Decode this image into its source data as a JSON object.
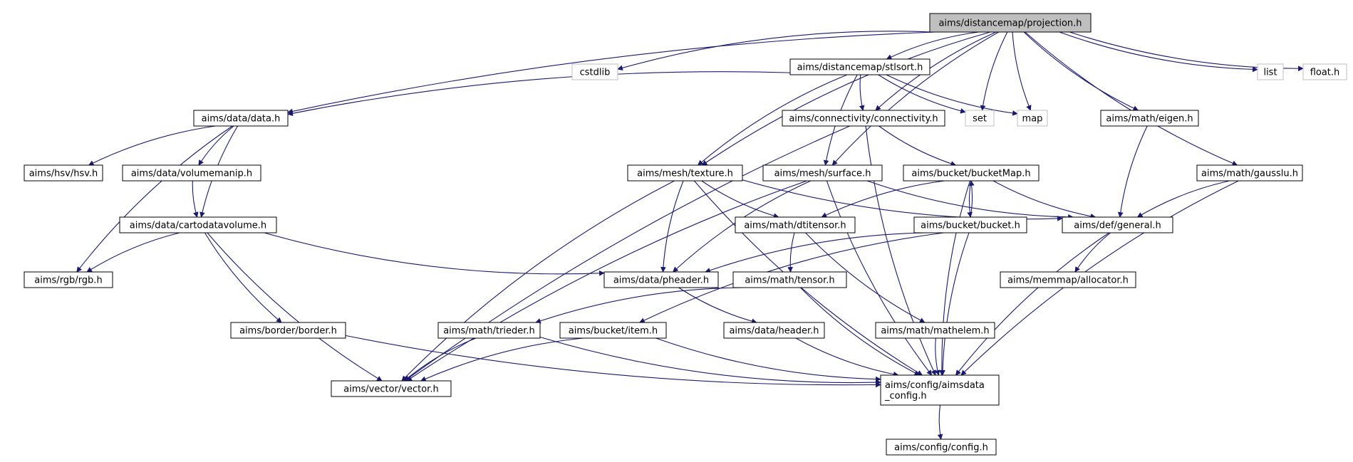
{
  "title": "aims/distancemap/projection.h",
  "colors": {
    "edge": "#191970",
    "node_border": "#000000",
    "external_border": "#bfbfbf",
    "root_fill": "#bfbfbf",
    "node_fill": "#ffffff"
  },
  "nodes": [
    {
      "id": "projection",
      "lines": [
        "aims/distancemap/projection.h"
      ],
      "kind": "root"
    },
    {
      "id": "cstdlib",
      "lines": [
        "cstdlib"
      ],
      "kind": "external"
    },
    {
      "id": "stlsort",
      "lines": [
        "aims/distancemap/stlsort.h"
      ],
      "kind": "header"
    },
    {
      "id": "list",
      "lines": [
        "list"
      ],
      "kind": "external"
    },
    {
      "id": "floath",
      "lines": [
        "float.h"
      ],
      "kind": "external"
    },
    {
      "id": "data",
      "lines": [
        "aims/data/data.h"
      ],
      "kind": "header"
    },
    {
      "id": "connectivity",
      "lines": [
        "aims/connectivity/connectivity.h"
      ],
      "kind": "header"
    },
    {
      "id": "set",
      "lines": [
        "set"
      ],
      "kind": "external"
    },
    {
      "id": "map",
      "lines": [
        "map"
      ],
      "kind": "external"
    },
    {
      "id": "eigen",
      "lines": [
        "aims/math/eigen.h"
      ],
      "kind": "header"
    },
    {
      "id": "hsv",
      "lines": [
        "aims/hsv/hsv.h"
      ],
      "kind": "header"
    },
    {
      "id": "volumemanip",
      "lines": [
        "aims/data/volumemanip.h"
      ],
      "kind": "header"
    },
    {
      "id": "texture",
      "lines": [
        "aims/mesh/texture.h"
      ],
      "kind": "header"
    },
    {
      "id": "surface",
      "lines": [
        "aims/mesh/surface.h"
      ],
      "kind": "header"
    },
    {
      "id": "bucketmap",
      "lines": [
        "aims/bucket/bucketMap.h"
      ],
      "kind": "header"
    },
    {
      "id": "gausslu",
      "lines": [
        "aims/math/gausslu.h"
      ],
      "kind": "header"
    },
    {
      "id": "cartodatavolume",
      "lines": [
        "aims/data/cartodatavolume.h"
      ],
      "kind": "header"
    },
    {
      "id": "dtitensor",
      "lines": [
        "aims/math/dtitensor.h"
      ],
      "kind": "header"
    },
    {
      "id": "bucket",
      "lines": [
        "aims/bucket/bucket.h"
      ],
      "kind": "header"
    },
    {
      "id": "general",
      "lines": [
        "aims/def/general.h"
      ],
      "kind": "header"
    },
    {
      "id": "rgb",
      "lines": [
        "aims/rgb/rgb.h"
      ],
      "kind": "header"
    },
    {
      "id": "pheader",
      "lines": [
        "aims/data/pheader.h"
      ],
      "kind": "header"
    },
    {
      "id": "tensor",
      "lines": [
        "aims/math/tensor.h"
      ],
      "kind": "header"
    },
    {
      "id": "allocator",
      "lines": [
        "aims/memmap/allocator.h"
      ],
      "kind": "header"
    },
    {
      "id": "border",
      "lines": [
        "aims/border/border.h"
      ],
      "kind": "header"
    },
    {
      "id": "trieder",
      "lines": [
        "aims/math/trieder.h"
      ],
      "kind": "header"
    },
    {
      "id": "item",
      "lines": [
        "aims/bucket/item.h"
      ],
      "kind": "header"
    },
    {
      "id": "header",
      "lines": [
        "aims/data/header.h"
      ],
      "kind": "header"
    },
    {
      "id": "mathelem",
      "lines": [
        "aims/math/mathelem.h"
      ],
      "kind": "header"
    },
    {
      "id": "vector",
      "lines": [
        "aims/vector/vector.h"
      ],
      "kind": "header"
    },
    {
      "id": "aimsdata_config",
      "lines": [
        "aims/config/aimsdata",
        "_config.h"
      ],
      "kind": "header"
    },
    {
      "id": "config",
      "lines": [
        "aims/config/config.h"
      ],
      "kind": "header"
    }
  ],
  "edges": [
    {
      "from": "projection",
      "to": "cstdlib"
    },
    {
      "from": "projection",
      "to": "stlsort"
    },
    {
      "from": "projection",
      "to": "list"
    },
    {
      "from": "projection",
      "to": "floath"
    },
    {
      "from": "projection",
      "to": "data"
    },
    {
      "from": "projection",
      "to": "connectivity"
    },
    {
      "from": "projection",
      "to": "set"
    },
    {
      "from": "projection",
      "to": "map"
    },
    {
      "from": "projection",
      "to": "eigen"
    },
    {
      "from": "projection",
      "to": "texture"
    },
    {
      "from": "projection",
      "to": "surface"
    },
    {
      "from": "projection",
      "to": "gausslu"
    },
    {
      "from": "stlsort",
      "to": "data"
    },
    {
      "from": "stlsort",
      "to": "connectivity"
    },
    {
      "from": "stlsort",
      "to": "set"
    },
    {
      "from": "stlsort",
      "to": "map"
    },
    {
      "from": "stlsort",
      "to": "texture"
    },
    {
      "from": "stlsort",
      "to": "surface"
    },
    {
      "from": "data",
      "to": "hsv"
    },
    {
      "from": "data",
      "to": "volumemanip"
    },
    {
      "from": "data",
      "to": "cartodatavolume"
    },
    {
      "from": "data",
      "to": "rgb"
    },
    {
      "from": "volumemanip",
      "to": "cartodatavolume"
    },
    {
      "from": "cartodatavolume",
      "to": "rgb"
    },
    {
      "from": "cartodatavolume",
      "to": "pheader"
    },
    {
      "from": "cartodatavolume",
      "to": "border"
    },
    {
      "from": "cartodatavolume",
      "to": "vector"
    },
    {
      "from": "connectivity",
      "to": "bucketmap"
    },
    {
      "from": "connectivity",
      "to": "vector"
    },
    {
      "from": "connectivity",
      "to": "aimsdata_config"
    },
    {
      "from": "eigen",
      "to": "general"
    },
    {
      "from": "gausslu",
      "to": "general"
    },
    {
      "from": "gausslu",
      "to": "aimsdata_config"
    },
    {
      "from": "texture",
      "to": "dtitensor"
    },
    {
      "from": "texture",
      "to": "general"
    },
    {
      "from": "texture",
      "to": "pheader"
    },
    {
      "from": "texture",
      "to": "vector"
    },
    {
      "from": "texture",
      "to": "aimsdata_config"
    },
    {
      "from": "surface",
      "to": "general"
    },
    {
      "from": "surface",
      "to": "pheader"
    },
    {
      "from": "surface",
      "to": "vector"
    },
    {
      "from": "surface",
      "to": "aimsdata_config"
    },
    {
      "from": "bucketmap",
      "to": "bucket"
    },
    {
      "from": "bucketmap",
      "to": "dtitensor"
    },
    {
      "from": "bucketmap",
      "to": "general"
    },
    {
      "from": "bucketmap",
      "to": "aimsdata_config"
    },
    {
      "from": "bucket",
      "to": "bucketmap"
    },
    {
      "from": "bucket",
      "to": "pheader"
    },
    {
      "from": "bucket",
      "to": "item"
    },
    {
      "from": "bucket",
      "to": "aimsdata_config"
    },
    {
      "from": "dtitensor",
      "to": "tensor"
    },
    {
      "from": "dtitensor",
      "to": "mathelem"
    },
    {
      "from": "general",
      "to": "allocator"
    },
    {
      "from": "general",
      "to": "aimsdata_config"
    },
    {
      "from": "pheader",
      "to": "header"
    },
    {
      "from": "tensor",
      "to": "trieder"
    },
    {
      "from": "tensor",
      "to": "aimsdata_config"
    },
    {
      "from": "border",
      "to": "aimsdata_config"
    },
    {
      "from": "trieder",
      "to": "vector"
    },
    {
      "from": "trieder",
      "to": "aimsdata_config"
    },
    {
      "from": "item",
      "to": "vector"
    },
    {
      "from": "item",
      "to": "aimsdata_config"
    },
    {
      "from": "header",
      "to": "aimsdata_config"
    },
    {
      "from": "mathelem",
      "to": "aimsdata_config"
    },
    {
      "from": "aimsdata_config",
      "to": "config"
    }
  ]
}
